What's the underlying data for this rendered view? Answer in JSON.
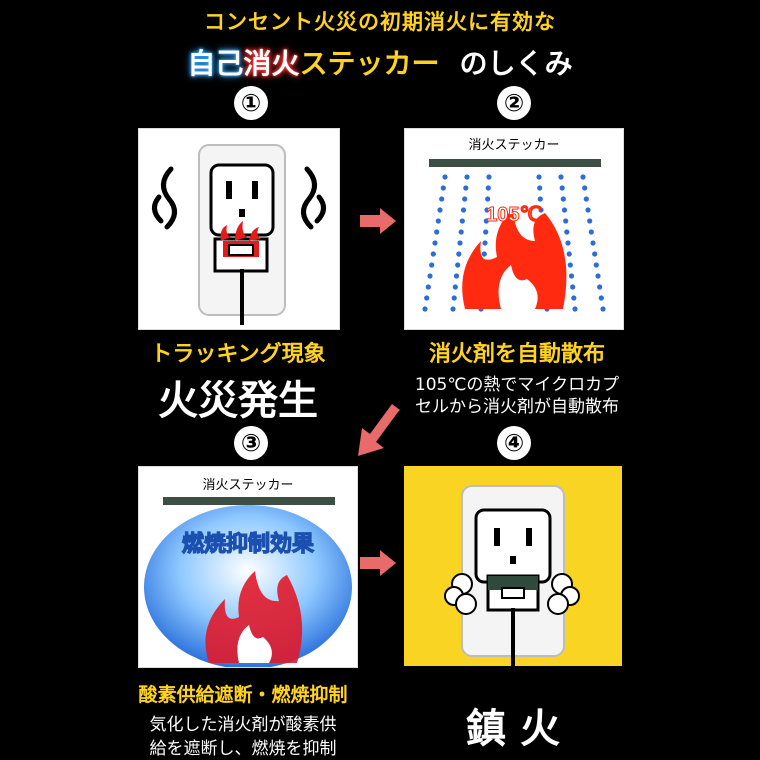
{
  "header": {
    "line1": "コンセント火災の初期消火に有効な",
    "line2_part_blue": "自己",
    "line2_part_red": "消火",
    "line2_part_yellow": "ステッカー",
    "line2_part_white": "のしくみ"
  },
  "steps": [
    {
      "number": "①",
      "caption_yellow": "トラッキング現象",
      "caption_white_big": "火災発生"
    },
    {
      "number": "②",
      "sticker_label": "消火ステッカー",
      "temperature": "105℃",
      "caption_yellow": "消火剤を自動散布",
      "caption_line1": "105℃の熱でマイクロカプ",
      "caption_line2": "セルから消火剤が自動散布"
    },
    {
      "number": "③",
      "sticker_label": "消火ステッカー",
      "effect_label": "燃焼抑制効果",
      "caption_yellow": "酸素供給遮断・燃焼抑制",
      "caption_line1": "気化した消火剤が酸素供",
      "caption_line2": "給を遮断し、燃焼を抑制"
    },
    {
      "number": "④",
      "caption_white_big": "鎮 火"
    }
  ],
  "colors": {
    "background": "#000000",
    "accent_yellow": "#ffd21f",
    "arrow_red": "#e86a6a",
    "flame_red": "#ff2a10",
    "panel_yellow": "#f9d423",
    "dots_blue": "#2d6dd8"
  },
  "icons": {
    "outlet": "wall-outlet-icon",
    "smoke": "smoke-icon",
    "flame": "flame-icon",
    "arrow": "right-arrow-icon"
  }
}
